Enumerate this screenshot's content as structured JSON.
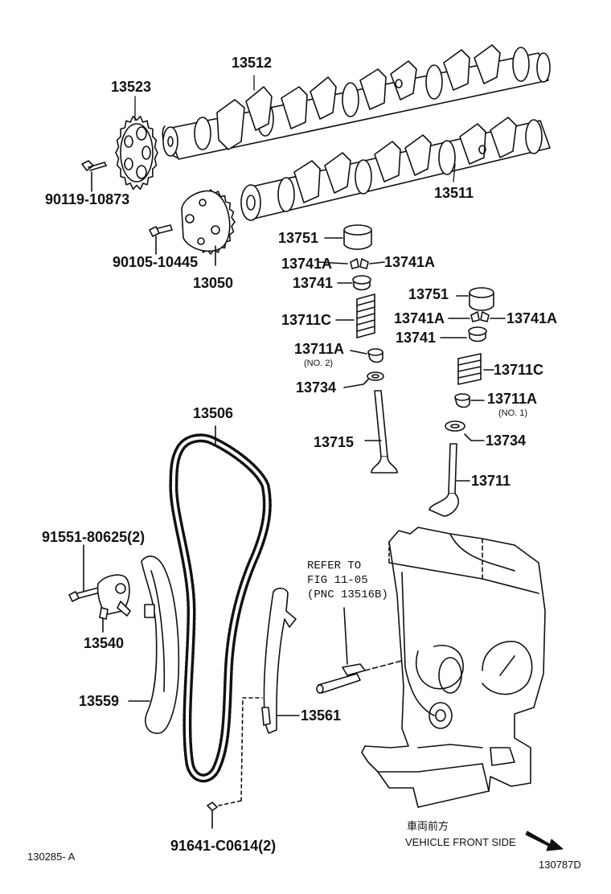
{
  "parts": {
    "p13512": "13512",
    "p13523": "13523",
    "p90119": "90119-10873",
    "p13511": "13511",
    "p90105": "90105-10445",
    "p13050": "13050",
    "p13751_left": "13751",
    "p13741A_left_a": "13741A",
    "p13741A_left_b": "13741A",
    "p13741_left": "13741",
    "p13711C_left": "13711C",
    "p13711A_left": "13711A",
    "p13711A_left_sub": "(NO. 2)",
    "p13734_left": "13734",
    "p13751_right": "13751",
    "p13741A_right_a": "13741A",
    "p13741A_right_b": "13741A",
    "p13741_right": "13741",
    "p13711C_right": "13711C",
    "p13711A_right": "13711A",
    "p13711A_right_sub": "(NO. 1)",
    "p13506": "13506",
    "p13715": "13715",
    "p13734_right": "13734",
    "p13711": "13711",
    "p91551": "91551-80625(2)",
    "p13540": "13540",
    "p13559": "13559",
    "p13561": "13561",
    "p91641": "91641-C0614(2)"
  },
  "refer_note": {
    "line1": "REFER TO",
    "line2": "FIG 11-05",
    "line3": "(PNC 13516B)"
  },
  "front_side": {
    "japanese": "車両前方",
    "english": "VEHICLE FRONT SIDE"
  },
  "codes": {
    "left": "130285- A",
    "right": "130787D"
  }
}
